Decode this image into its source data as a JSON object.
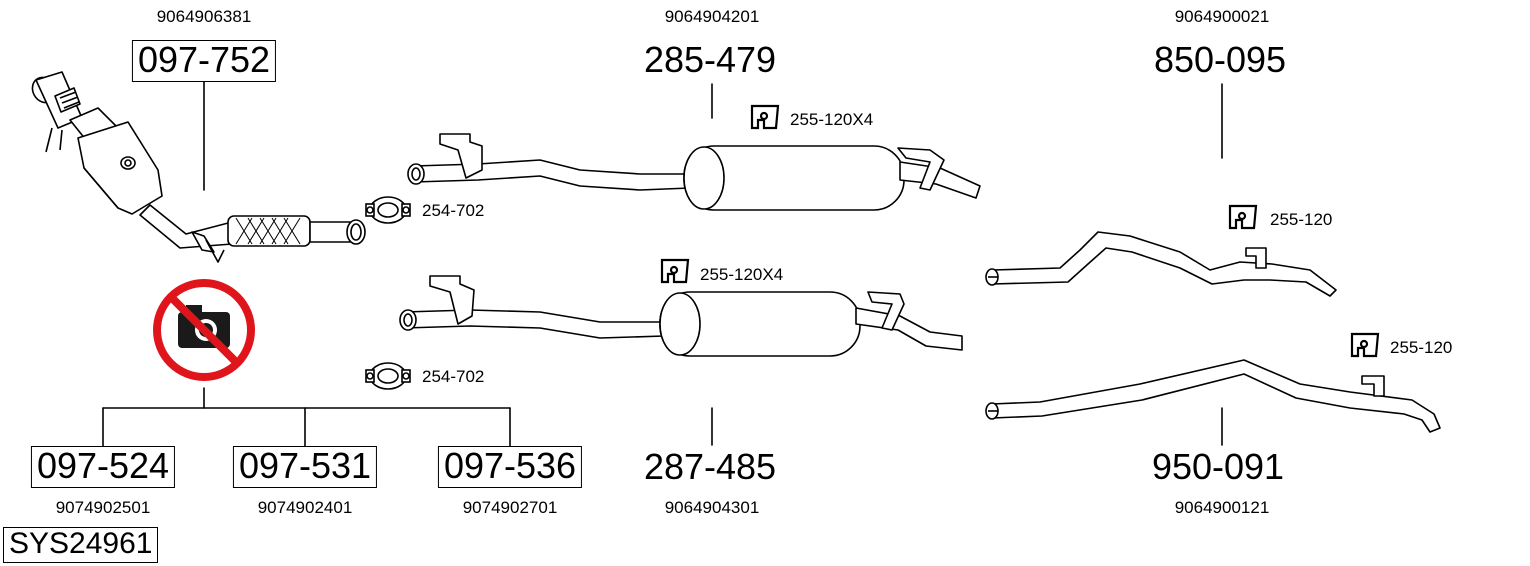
{
  "colors": {
    "line": "#000000",
    "pipe_fill": "#ffffff",
    "prohibited": "#e0141b",
    "camera": "#1a1a1a"
  },
  "parts": {
    "dpf": {
      "oe": "9064906381",
      "code": "097-752"
    },
    "front_upper": {
      "oe": "9064904201",
      "code": "285-479"
    },
    "rear_upper": {
      "oe": "9064900021",
      "code": "850-095"
    },
    "front_lower": {
      "oe": "9064904301",
      "code": "287-485"
    },
    "rear_lower": {
      "oe": "9064900121",
      "code": "950-091"
    },
    "alt1": {
      "oe": "9074902501",
      "code": "097-524"
    },
    "alt2": {
      "oe": "9074902401",
      "code": "097-531"
    },
    "alt3": {
      "oe": "9074902701",
      "code": "097-536"
    }
  },
  "mounts": {
    "upper_front": "255-120X4",
    "lower_front": "255-120X4",
    "rear_upper": "255-120",
    "rear_lower": "255-120"
  },
  "clamps": {
    "upper": "254-702",
    "lower": "254-702"
  },
  "system_code": "SYS24961",
  "icons": {
    "no_photo": "no-photo-icon",
    "mount": "rubber-mount-icon",
    "clamp": "clamp-icon"
  }
}
